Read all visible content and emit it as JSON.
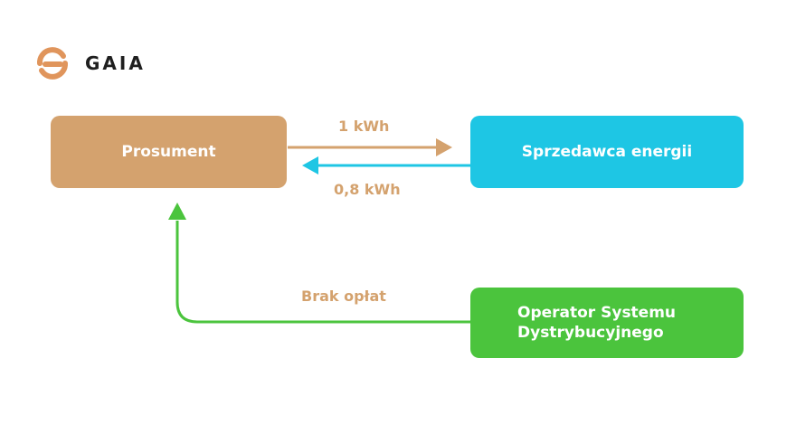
{
  "brand": {
    "name": "GAIA",
    "logo_icon": "gaia-logo-icon",
    "accent": "#e0955c"
  },
  "nodes": {
    "prosument": {
      "label": "Prosument",
      "color": "#d4a26e"
    },
    "seller": {
      "label": "Sprzedawca energii",
      "color": "#1ec6e4"
    },
    "osd": {
      "label_line1": "Operator Systemu",
      "label_line2": "Dystrybucyjnego",
      "color": "#4bc43d"
    }
  },
  "edges": {
    "to_seller": {
      "label": "1 kWh",
      "color": "#d4a26e"
    },
    "from_seller": {
      "label": "0,8 kWh",
      "color": "#1ec6e4"
    },
    "from_osd": {
      "label": "Brak opłat",
      "color": "#4bc43d"
    }
  }
}
